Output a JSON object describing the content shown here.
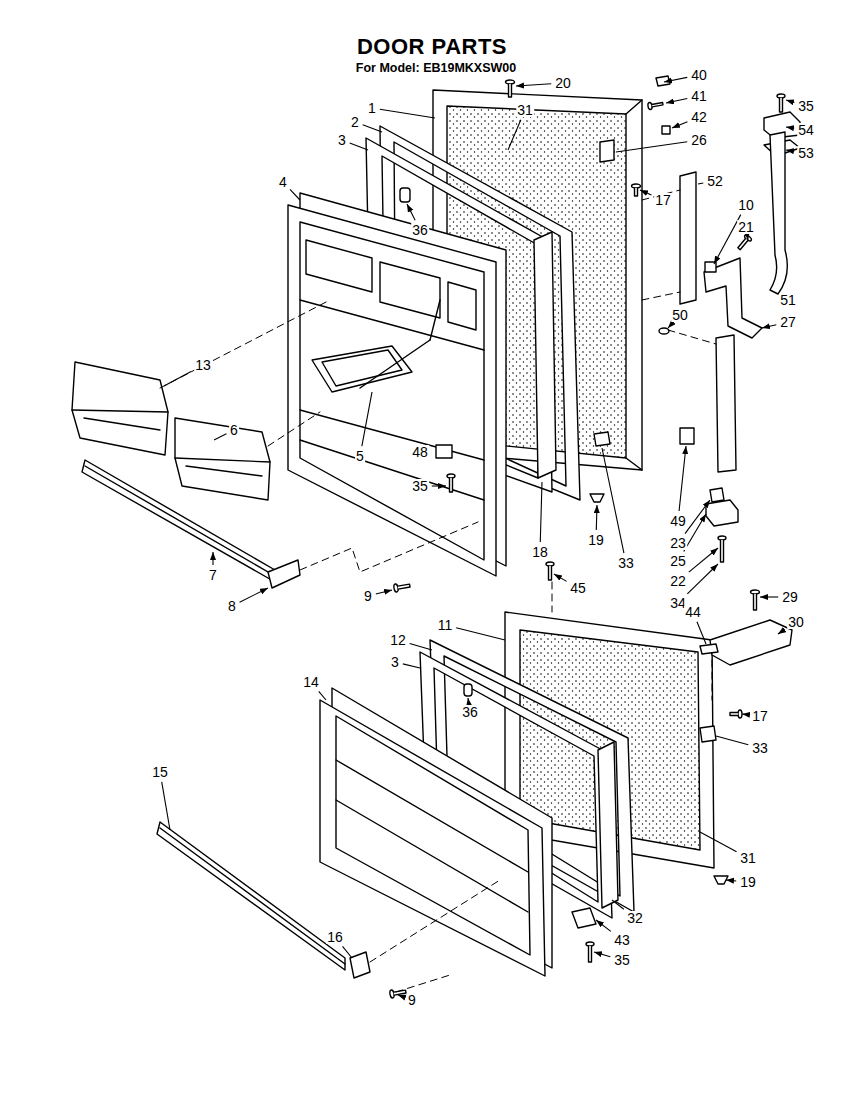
{
  "diagram": {
    "title": "DOOR PARTS",
    "labels": [
      "For Model: EB19MKXSW00",
      "40",
      "20",
      "35",
      "41",
      "1",
      "31",
      "42",
      "54",
      "2",
      "3",
      "26",
      "53",
      "4",
      "52",
      "17",
      "10",
      "21",
      "36",
      "51",
      "50",
      "27",
      "13",
      "6",
      "5",
      "48",
      "35",
      "49",
      "19",
      "23",
      "18",
      "25",
      "33",
      "7",
      "22",
      "45",
      "29",
      "34",
      "8",
      "9",
      "44",
      "30",
      "11",
      "12",
      "3",
      "14",
      "36",
      "17",
      "33",
      "15",
      "31",
      "19",
      "32",
      "16",
      "43",
      "35",
      "9"
    ]
  }
}
